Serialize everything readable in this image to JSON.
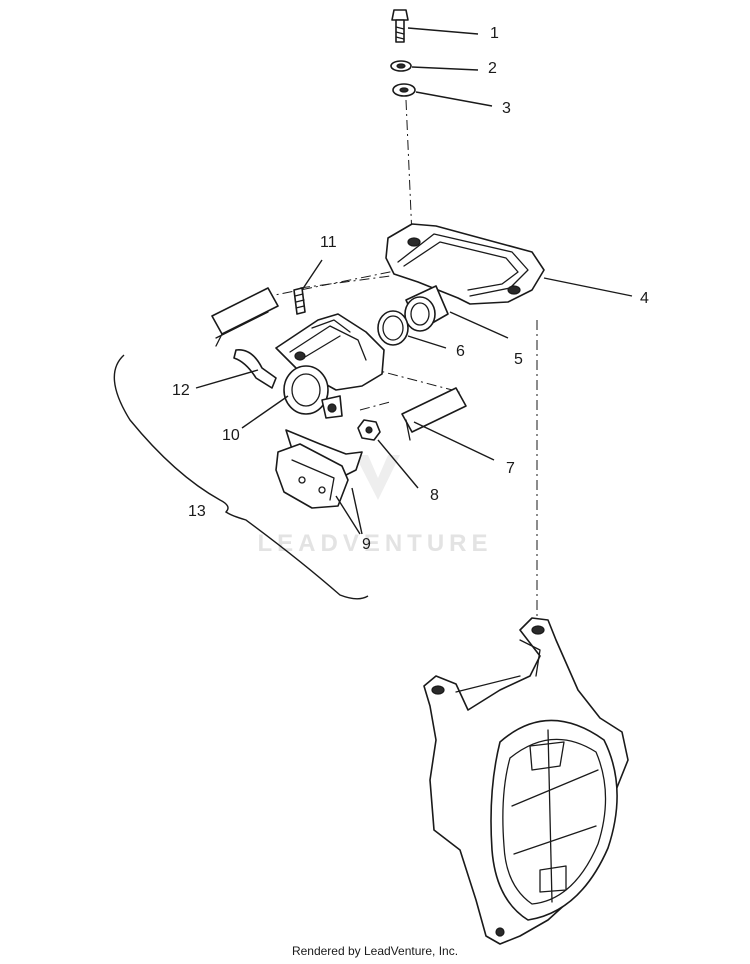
{
  "callouts": [
    "1",
    "2",
    "3",
    "4",
    "5",
    "6",
    "7",
    "8",
    "9",
    "10",
    "11",
    "12",
    "13"
  ],
  "watermark": "LEADVENTURE",
  "footer": "Rendered by LeadVenture, Inc."
}
